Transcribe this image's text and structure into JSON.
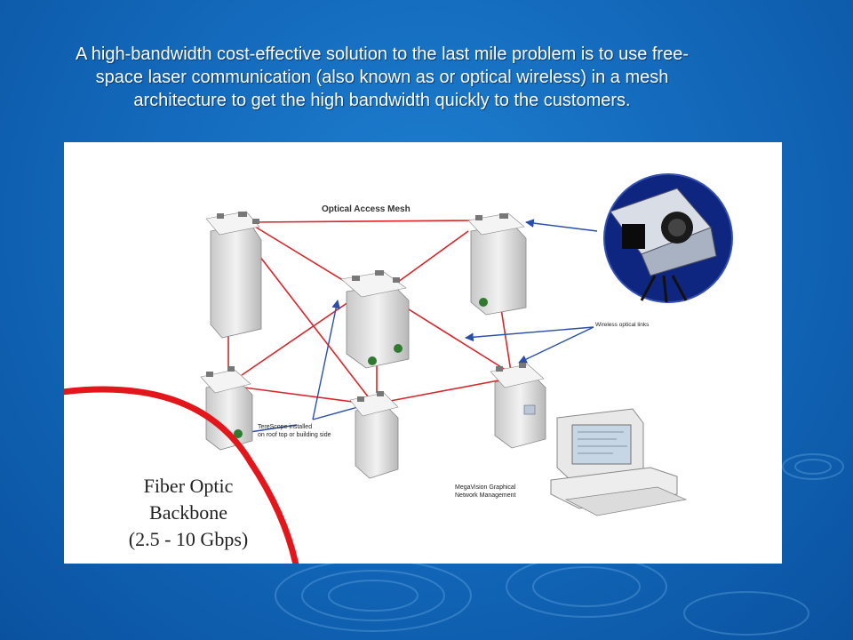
{
  "slide": {
    "headline_lines": [
      "A high-bandwidth cost-effective solution to the last mile problem is to use free-",
      "space laser communication (also known as or optical wireless) in a mesh",
      "architecture to get the high bandwidth quickly to the customers."
    ]
  },
  "diagram": {
    "mesh_title": "Optical Access Mesh",
    "wireless_label": "Wireless optical links",
    "terescope_label_lines": [
      "TereScope installed",
      "on roof top or building side"
    ],
    "megavision_label_lines": [
      "MegaVision Graphical",
      "Network Management"
    ],
    "backbone_lines": [
      "Fiber Optic",
      "Backbone",
      "(2.5 - 10 Gbps)"
    ]
  },
  "colors": {
    "background": "#1266b8",
    "link_red": "#d8262a",
    "arrow_blue": "#2a4fa8",
    "building_gray": "#e4e4e4"
  }
}
